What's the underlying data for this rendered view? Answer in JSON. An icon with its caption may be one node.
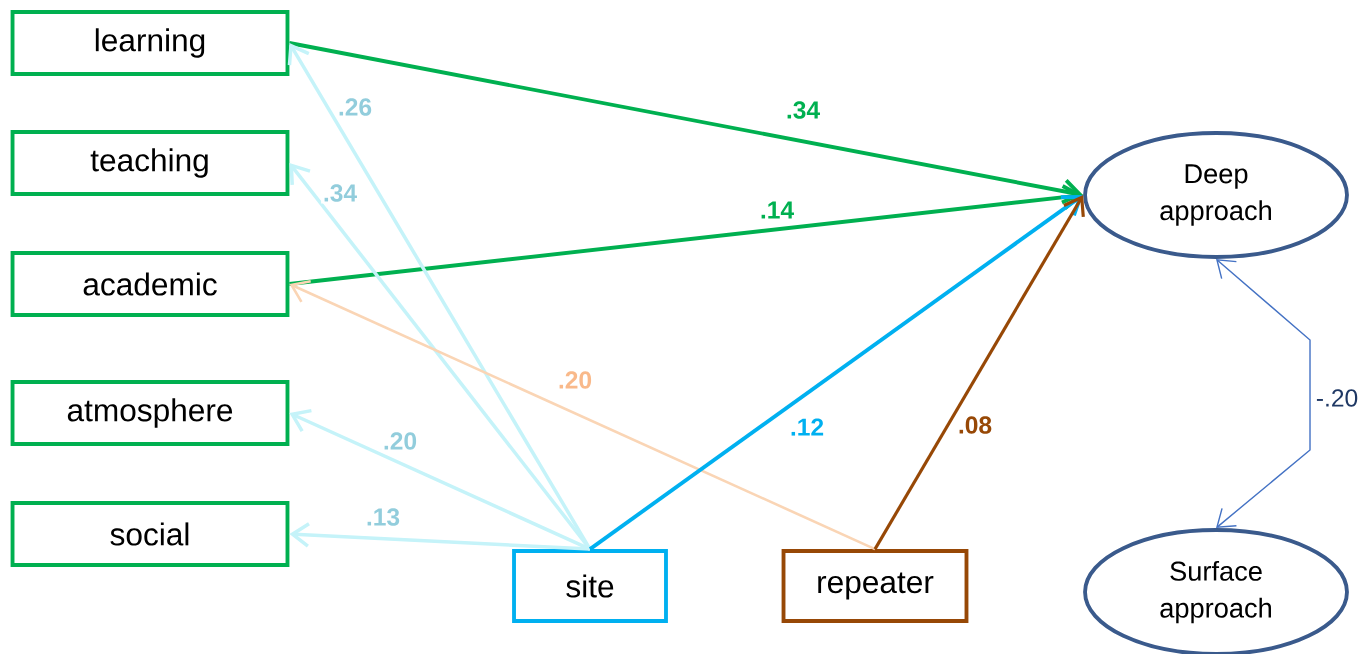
{
  "diagram": {
    "nodes": [
      {
        "text": [
          "learning"
        ]
      },
      {
        "text": [
          "teaching"
        ]
      },
      {
        "text": [
          "academic"
        ]
      },
      {
        "text": [
          "atmosphere"
        ]
      },
      {
        "text": [
          "social"
        ]
      },
      {
        "text": [
          "site"
        ]
      },
      {
        "text": [
          "repeater"
        ]
      },
      {
        "text": [
          "Deep approach"
        ]
      },
      {
        "text": [
          "Surface approach"
        ]
      }
    ],
    "edges": [
      {
        "from": 0,
        "to": 7,
        "arrow": "to",
        "label": ".34",
        "color": "#00b050"
      },
      {
        "from": 2,
        "to": 7,
        "arrow": "to",
        "label": ".14",
        "color": "#00b050"
      },
      {
        "from": 5,
        "to": 0,
        "arrow": "to",
        "label": ".26",
        "color": "#c5f3f9"
      },
      {
        "from": 5,
        "to": 1,
        "arrow": "to",
        "label": ".34",
        "color": "#c5f3f9"
      },
      {
        "from": 5,
        "to": 3,
        "arrow": "to",
        "label": ".20",
        "color": "#c5f3f9"
      },
      {
        "from": 5,
        "to": 4,
        "arrow": "to",
        "label": ".13",
        "color": "#c5f3f9"
      },
      {
        "from": 6,
        "to": 2,
        "arrow": "to",
        "label": ".20",
        "color": "#fad5b5"
      },
      {
        "from": 5,
        "to": 7,
        "arrow": "to",
        "label": ".12",
        "color": "#00b0f0"
      },
      {
        "from": 6,
        "to": 7,
        "arrow": "to",
        "label": ".08",
        "color": "#974806"
      },
      {
        "from": 7,
        "to": 8,
        "arrow": "both",
        "label": "-.20",
        "color": "#4472c4"
      }
    ]
  }
}
